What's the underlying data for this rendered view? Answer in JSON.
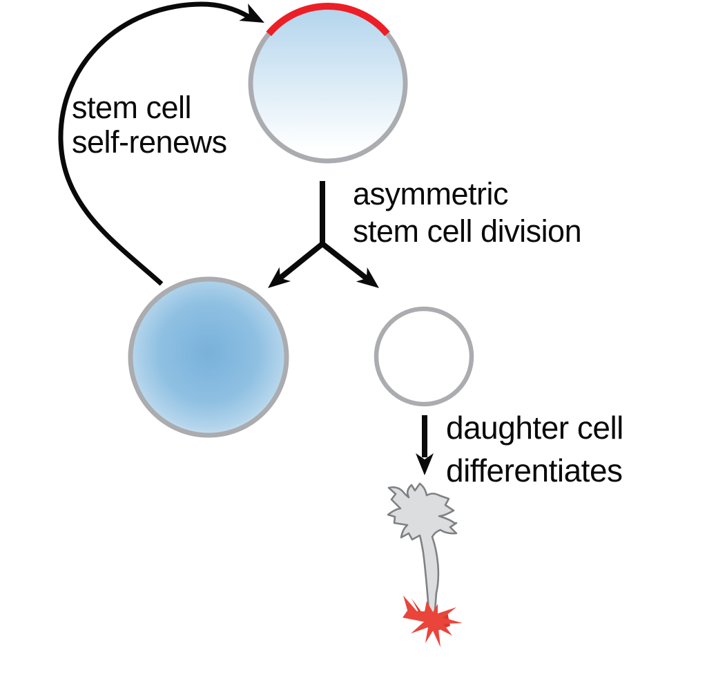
{
  "diagram": {
    "labels": {
      "self_renew_line1": "stem cell",
      "self_renew_line2": "self-renews",
      "division_line1": "asymmetric",
      "division_line2": "stem cell division",
      "differentiate_line1": "daughter cell",
      "differentiate_line2": "differentiates"
    },
    "colors": {
      "ink": "#0a0a0a",
      "membrane_gray": "#abacaf",
      "polarity_red": "#ec1f26",
      "stem_blue_light": "#b2d4ec",
      "stem_blue_bottom": "#feffff",
      "renewed_blue_center": "#79b1db",
      "renewed_blue_mid": "#8fc0e2",
      "renewed_blue_edge": "#e9f3fa",
      "daughter_fill": "#ffffff",
      "neuron_fill": "#dcddde",
      "neuron_stroke": "#7e8083",
      "terminal_red": "#e9453b",
      "terminal_red_dark": "#d8382e"
    }
  }
}
